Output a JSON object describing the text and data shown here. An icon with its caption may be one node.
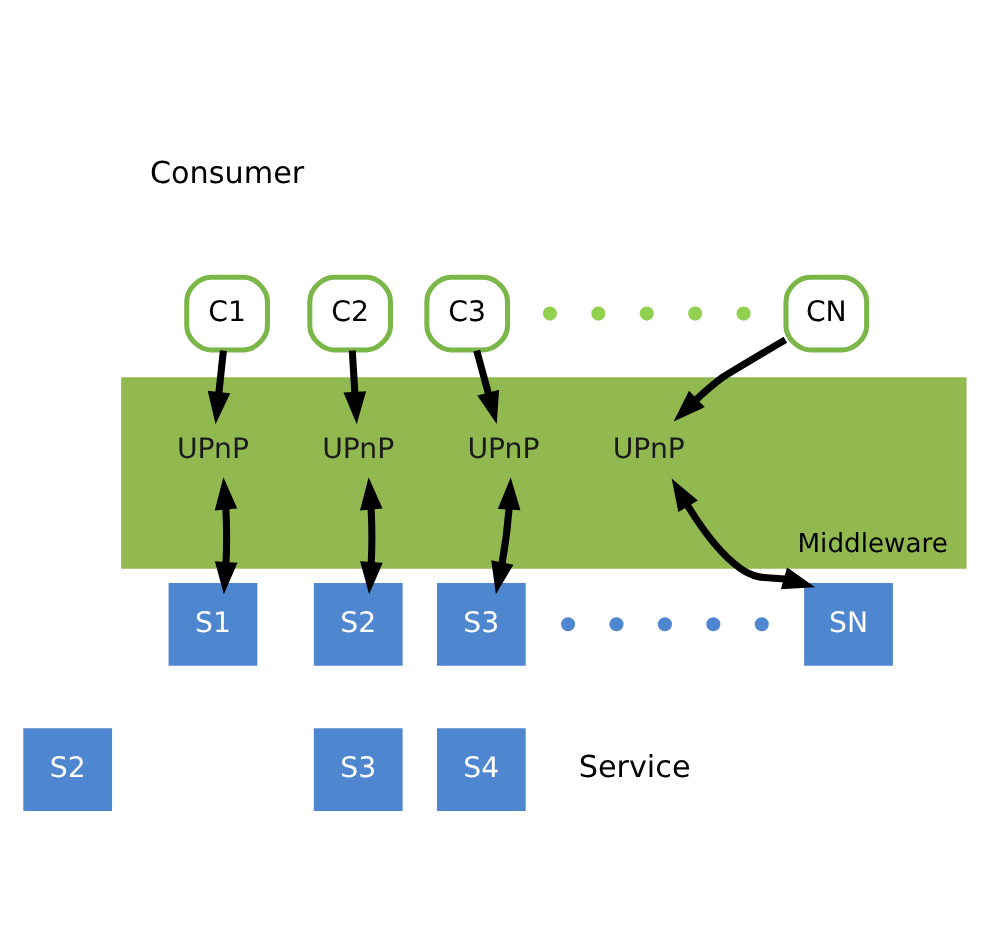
{
  "diagram": {
    "nodes": [
      {
        "text": [
          "C1"
        ]
      },
      {
        "text": [
          "C2"
        ]
      },
      {
        "text": [
          "C3"
        ]
      },
      {
        "text": [
          "CN"
        ]
      },
      {
        "text": [
          "Middleware"
        ]
      },
      {
        "text": [
          "UPnP"
        ],
        "in": 4
      },
      {
        "text": [
          "UPnP"
        ],
        "in": 4
      },
      {
        "text": [
          "UPnP"
        ],
        "in": 4
      },
      {
        "text": [
          "UPnP"
        ],
        "in": 4
      },
      {
        "text": [
          "S1"
        ]
      },
      {
        "text": [
          "S2"
        ]
      },
      {
        "text": [
          "S3"
        ]
      },
      {
        "text": [
          "SN"
        ]
      },
      {
        "text": [
          "S2"
        ]
      },
      {
        "text": [
          "S3"
        ]
      },
      {
        "text": [
          "S4"
        ]
      }
    ],
    "edges": [
      {
        "from": 0,
        "to": 5,
        "arrow": "to"
      },
      {
        "from": 1,
        "to": 6,
        "arrow": "to"
      },
      {
        "from": 2,
        "to": 7,
        "arrow": "to"
      },
      {
        "from": 3,
        "to": 8,
        "arrow": "to"
      },
      {
        "from": 9,
        "to": 5,
        "arrow": "both"
      },
      {
        "from": 10,
        "to": 6,
        "arrow": "both"
      },
      {
        "from": 11,
        "to": 7,
        "arrow": "both"
      },
      {
        "from": 12,
        "to": 8,
        "arrow": "both"
      }
    ],
    "labels": [
      "Consumer",
      "Service"
    ]
  }
}
